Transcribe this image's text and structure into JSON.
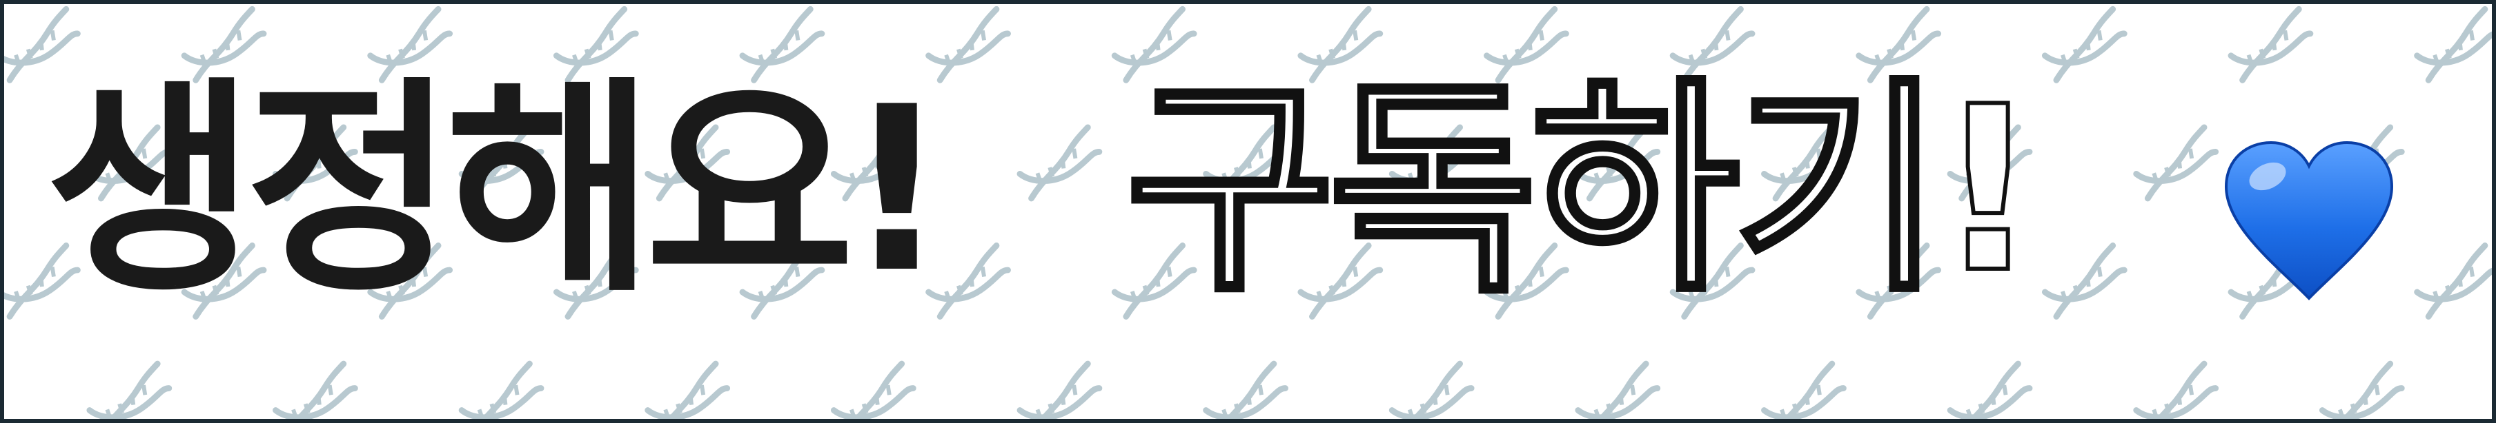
{
  "banner": {
    "text_solid": "생정해요!",
    "text_outline": "구독하기!",
    "heart_icon": "blue-heart-emoji",
    "pattern_icon": "dna-helix-icon",
    "colors": {
      "border": "#1b2a33",
      "solid_text": "#1a1a1a",
      "outline_stroke": "#111111",
      "pattern": "#b8c9d0",
      "heart": "#1e6fe8"
    }
  }
}
